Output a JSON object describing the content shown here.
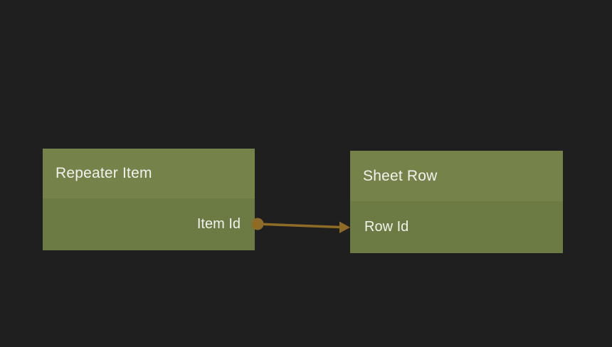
{
  "diagram": {
    "nodes": [
      {
        "id": "repeater-item",
        "title": "Repeater Item",
        "fields": [
          {
            "label": "Item Id",
            "align": "right",
            "port": "output"
          }
        ]
      },
      {
        "id": "sheet-row",
        "title": "Sheet Row",
        "fields": [
          {
            "label": "Row Id",
            "align": "left",
            "port": "input"
          }
        ]
      }
    ],
    "connections": [
      {
        "from_node": "Repeater Item",
        "from_field": "Item Id",
        "to_node": "Sheet Row",
        "to_field": "Row Id"
      }
    ]
  },
  "colors": {
    "background": "#1F1F20",
    "node-header": "#75834A",
    "node-body": "#6C7A44",
    "connector": "#8E6C26",
    "text": "#F1F2EE"
  }
}
